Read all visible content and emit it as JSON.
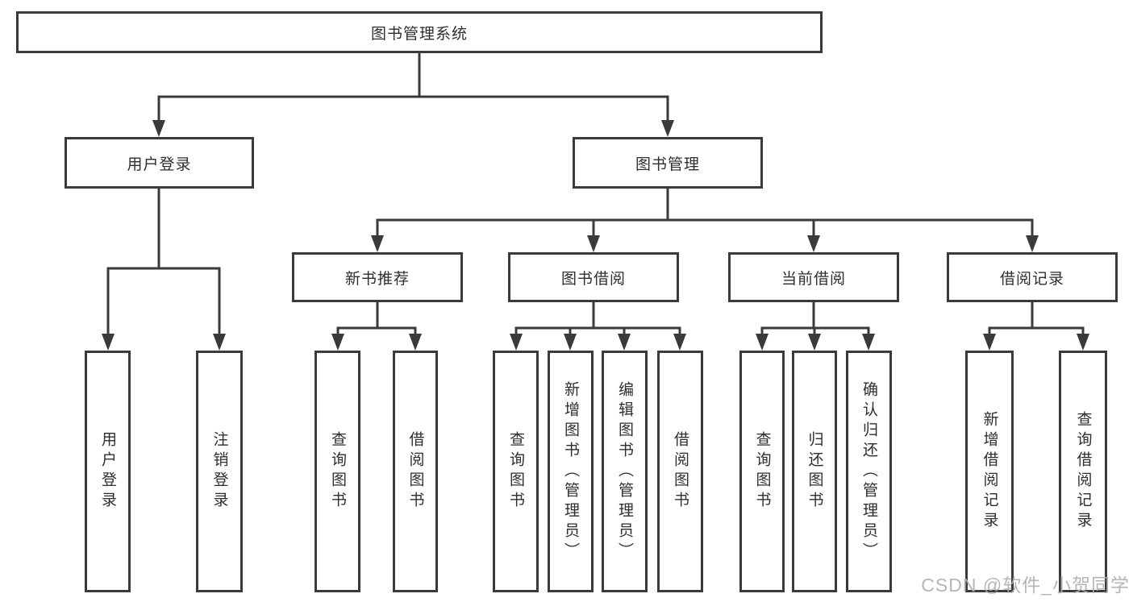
{
  "diagram_title": "图书管理系统",
  "tree": {
    "label": "图书管理系统",
    "children": [
      {
        "label": "用户登录",
        "children": [
          {
            "label": "用户登录"
          },
          {
            "label": "注销登录"
          }
        ]
      },
      {
        "label": "图书管理",
        "children": [
          {
            "label": "新书推荐",
            "children": [
              {
                "label": "查询图书"
              },
              {
                "label": "借阅图书"
              }
            ]
          },
          {
            "label": "图书借阅",
            "children": [
              {
                "label": "查询图书"
              },
              {
                "label": "新增图书（管理员）"
              },
              {
                "label": "编辑图书（管理员）"
              },
              {
                "label": "借阅图书"
              }
            ]
          },
          {
            "label": "当前借阅",
            "children": [
              {
                "label": "查询图书"
              },
              {
                "label": "归还图书"
              },
              {
                "label": "确认归还（管理员）"
              }
            ]
          },
          {
            "label": "借阅记录",
            "children": [
              {
                "label": "新增借阅记录"
              },
              {
                "label": "查询借阅记录"
              }
            ]
          }
        ]
      }
    ]
  },
  "watermark": "CSDN @软件_小贺同学",
  "colors": {
    "line": "#3a3a3a",
    "box_border": "#3a3a3a",
    "text": "#2e2e2e",
    "background": "#ffffff",
    "watermark": "#b0b0b0"
  }
}
